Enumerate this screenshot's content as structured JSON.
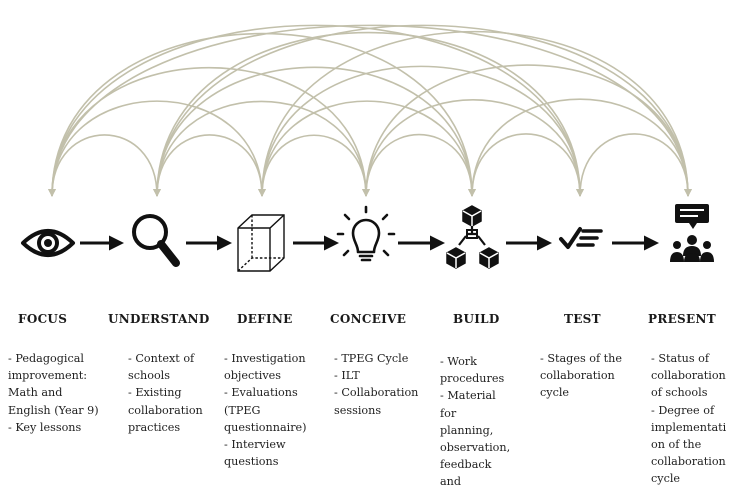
{
  "colors": {
    "arc": "#c2c0ab",
    "icon": "#111111",
    "text": "#222222",
    "background": "#ffffff"
  },
  "stages": [
    {
      "id": "focus",
      "title": "FOCUS",
      "icon": "eye-icon",
      "items": [
        "- Pedagogical",
        "improvement:",
        "Math and",
        "English (Year 9)",
        "- Key lessons"
      ]
    },
    {
      "id": "understand",
      "title": "UNDERSTAND",
      "icon": "magnifier-icon",
      "items": [
        "- Context of",
        "schools",
        "- Existing",
        "collaboration",
        "practices"
      ]
    },
    {
      "id": "define",
      "title": "DEFINE",
      "icon": "cube-icon",
      "items": [
        "- Investigation",
        "objectives",
        "- Evaluations",
        "(TPEG",
        "questionnaire)",
        "- Interview",
        "questions"
      ]
    },
    {
      "id": "conceive",
      "title": "CONCEIVE",
      "icon": "lightbulb-icon",
      "items": [
        "- TPEG Cycle",
        "- ILT",
        "- Collaboration",
        "sessions"
      ]
    },
    {
      "id": "build",
      "title": "BUILD",
      "icon": "blocks-icon",
      "items": [
        "- Work",
        "procedures",
        "- Material",
        "for",
        "planning,",
        "observation,",
        "feedback",
        "and"
      ]
    },
    {
      "id": "test",
      "title": "TEST",
      "icon": "checklist-icon",
      "items": [
        "- Stages of the",
        "collaboration",
        "cycle"
      ]
    },
    {
      "id": "present",
      "title": "PRESENT",
      "icon": "presentation-icon",
      "items": [
        "- Status of",
        "collaboration",
        "of schools",
        "- Degree of",
        "implementati",
        "on of the",
        "collaboration",
        "cycle"
      ]
    }
  ]
}
